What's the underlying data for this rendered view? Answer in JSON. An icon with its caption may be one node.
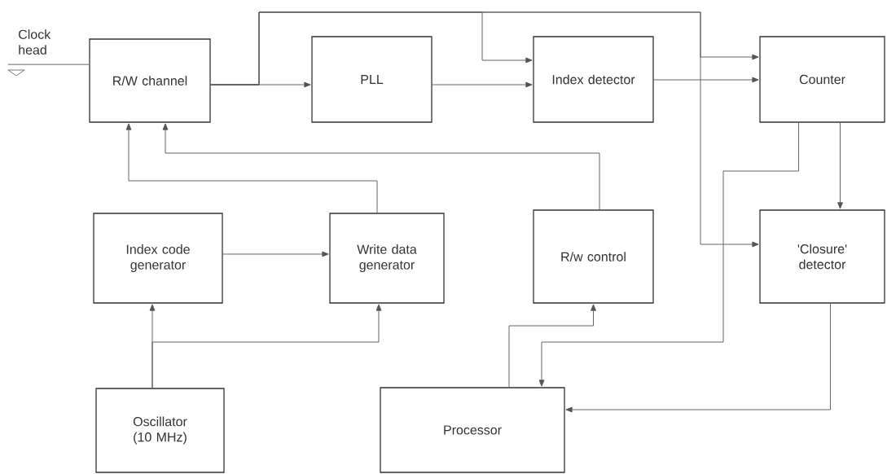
{
  "diagram": {
    "nodes": [
      {
        "text": [
          "Clock head"
        ]
      },
      {
        "text": [
          "R/W channel"
        ]
      },
      {
        "text": [
          "PLL"
        ]
      },
      {
        "text": [
          "Index detector"
        ]
      },
      {
        "text": [
          "Counter"
        ]
      },
      {
        "text": [
          "Index code generator"
        ]
      },
      {
        "text": [
          "Write data generator"
        ]
      },
      {
        "text": [
          "R/w control"
        ]
      },
      {
        "text": [
          "'Closure' detector"
        ]
      },
      {
        "text": [
          "Oscillator (10 MHz)"
        ]
      },
      {
        "text": [
          "Processor"
        ]
      }
    ],
    "edges": [
      {
        "from": 0,
        "to": 1,
        "arrow": "none"
      },
      {
        "from": 1,
        "to": 2,
        "arrow": "to"
      },
      {
        "from": 1,
        "to": 3,
        "arrow": "to"
      },
      {
        "from": 1,
        "to": 4,
        "arrow": "to"
      },
      {
        "from": 1,
        "to": 8,
        "arrow": "to"
      },
      {
        "from": 2,
        "to": 3,
        "arrow": "to"
      },
      {
        "from": 3,
        "to": 4,
        "arrow": "to"
      },
      {
        "from": 4,
        "to": 8,
        "arrow": "to"
      },
      {
        "from": 4,
        "to": 10,
        "arrow": "to"
      },
      {
        "from": 8,
        "to": 10,
        "arrow": "to"
      },
      {
        "from": 10,
        "to": 7,
        "arrow": "to"
      },
      {
        "from": 7,
        "to": 1,
        "arrow": "to"
      },
      {
        "from": 6,
        "to": 1,
        "arrow": "to"
      },
      {
        "from": 5,
        "to": 6,
        "arrow": "to"
      },
      {
        "from": 9,
        "to": 5,
        "arrow": "to"
      },
      {
        "from": 9,
        "to": 6,
        "arrow": "to"
      }
    ]
  }
}
